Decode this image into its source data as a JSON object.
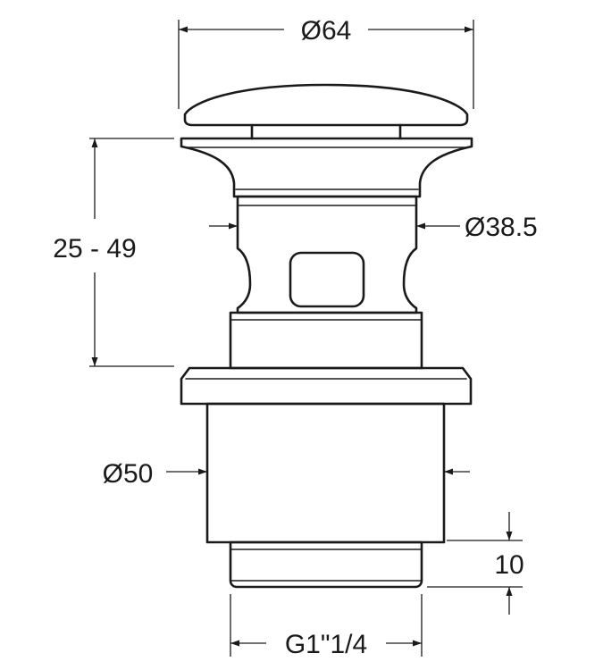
{
  "dimensions": {
    "cap_diameter": "Ø64",
    "body_diameter": "Ø38.5",
    "height_range": "25 - 49",
    "flange_diameter": "Ø50",
    "thread_length": "10",
    "thread_size": "G1\"1/4"
  },
  "colors": {
    "line": "#1a1a1a",
    "background": "#ffffff"
  }
}
